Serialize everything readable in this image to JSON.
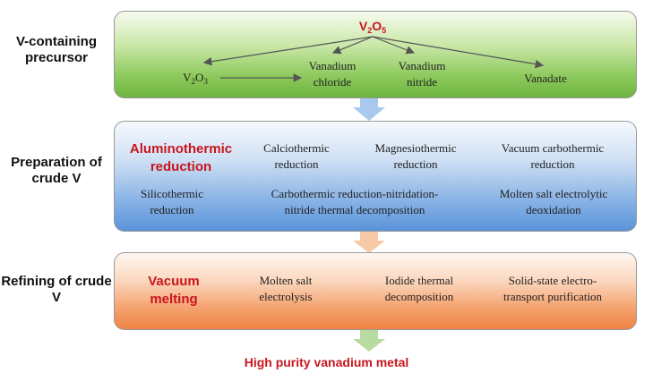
{
  "stages": [
    {
      "label": "V-containing precursor"
    },
    {
      "label": "Preparation of crude V"
    },
    {
      "label": "Refining of crude V"
    }
  ],
  "precursor": {
    "source": "V2O5",
    "products": [
      "V2O3",
      "Vanadium chloride",
      "Vanadium nitride",
      "Vanadate"
    ]
  },
  "preparation": {
    "highlight": "Aluminothermic reduction",
    "methods": [
      "Calciothermic reduction",
      "Magnesiothermic reduction",
      "Vacuum carbothermic reduction",
      "Silicothermic reduction",
      "Carbothermic reduction-nitridation-nitride thermal decomposition",
      "Molten salt electrolytic deoxidation"
    ]
  },
  "refining": {
    "highlight": "Vacuum melting",
    "methods": [
      "Molten salt electrolysis",
      "Iodide thermal decomposition",
      "Solid-state electro-transport purification"
    ]
  },
  "output": "High purity vanadium metal",
  "colors": {
    "highlight_red": "#c8161d",
    "precursor_panel": "#7cbf4e",
    "preparation_panel": "#6a9fe0",
    "refining_panel": "#f08c4d"
  }
}
